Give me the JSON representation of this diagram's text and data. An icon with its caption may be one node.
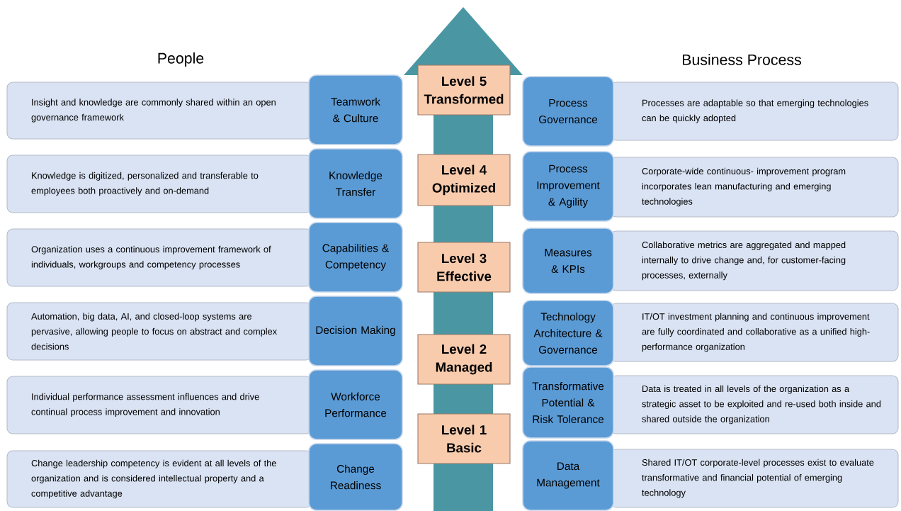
{
  "diagram": {
    "nodes": [
      {
        "text": [
          "Insight and knowledge are commonly shared within an open governance framework"
        ]
      },
      {
        "text": [
          "Teamwork & Culture"
        ]
      },
      {
        "text": [
          "Process Governance"
        ]
      },
      {
        "text": [
          "Processes are adaptable so that emerging technologies can be quickly adopted"
        ]
      },
      {
        "text": [
          "Knowledge is digitized, personalized and transferable to employees both proactively and on-demand"
        ]
      },
      {
        "text": [
          "Knowledge Transfer"
        ]
      },
      {
        "text": [
          "Process Improvement & Agility"
        ]
      },
      {
        "text": [
          "Corporate-wide continuous- improvement program incorporates lean manufacturing and emerging technologies"
        ]
      },
      {
        "text": [
          "Organization uses a continuous improvement framework of individuals, workgroups and competency processes"
        ]
      },
      {
        "text": [
          "Capabilities & Competency"
        ]
      },
      {
        "text": [
          "Measures & KPIs"
        ]
      },
      {
        "text": [
          "Collaborative metrics are aggregated and mapped internally to drive change and, for customer-facing processes, externally"
        ]
      },
      {
        "text": [
          "Automation, big data, AI, and closed-loop systems are pervasive, allowing people to focus on abstract and complex decisions"
        ]
      },
      {
        "text": [
          "Decision Making"
        ]
      },
      {
        "text": [
          "Technology Architecture & Governance"
        ]
      },
      {
        "text": [
          "IT/OT investment planning and continuous improvement are fully coordinated and collaborative as a unified high-performance organization"
        ]
      },
      {
        "text": [
          "Individual performance assessment influences and drive continual process improvement and innovation"
        ]
      },
      {
        "text": [
          "Workforce Performance"
        ]
      },
      {
        "text": [
          "Transformative Potential & Risk Tolerance"
        ]
      },
      {
        "text": [
          "Data is treated in all levels of the organization as a strategic asset to be exploited and re-used both inside and shared outside the organization"
        ]
      },
      {
        "text": [
          "Change leadership competency is evident at all levels of the organization and is considered intellectual property and a competitive advantage"
        ]
      },
      {
        "text": [
          "Change Readiness"
        ]
      },
      {
        "text": [
          "Data Management"
        ]
      },
      {
        "text": [
          "Shared IT/OT corporate-level processes exist to evaluate transformative and financial potential of emerging technology"
        ]
      },
      {
        "text": [
          "Level 5",
          "Transformed"
        ]
      },
      {
        "text": [
          "Level 4",
          "Optimized"
        ]
      },
      {
        "text": [
          "Level 3",
          "Effective"
        ]
      },
      {
        "text": [
          "Level 2",
          "Managed"
        ]
      },
      {
        "text": [
          "Level 1",
          "Basic"
        ]
      }
    ],
    "edges": [
      {
        "from": 28,
        "to": 24,
        "arrow": "to"
      }
    ],
    "labels": [
      "People",
      "Business Process"
    ]
  }
}
